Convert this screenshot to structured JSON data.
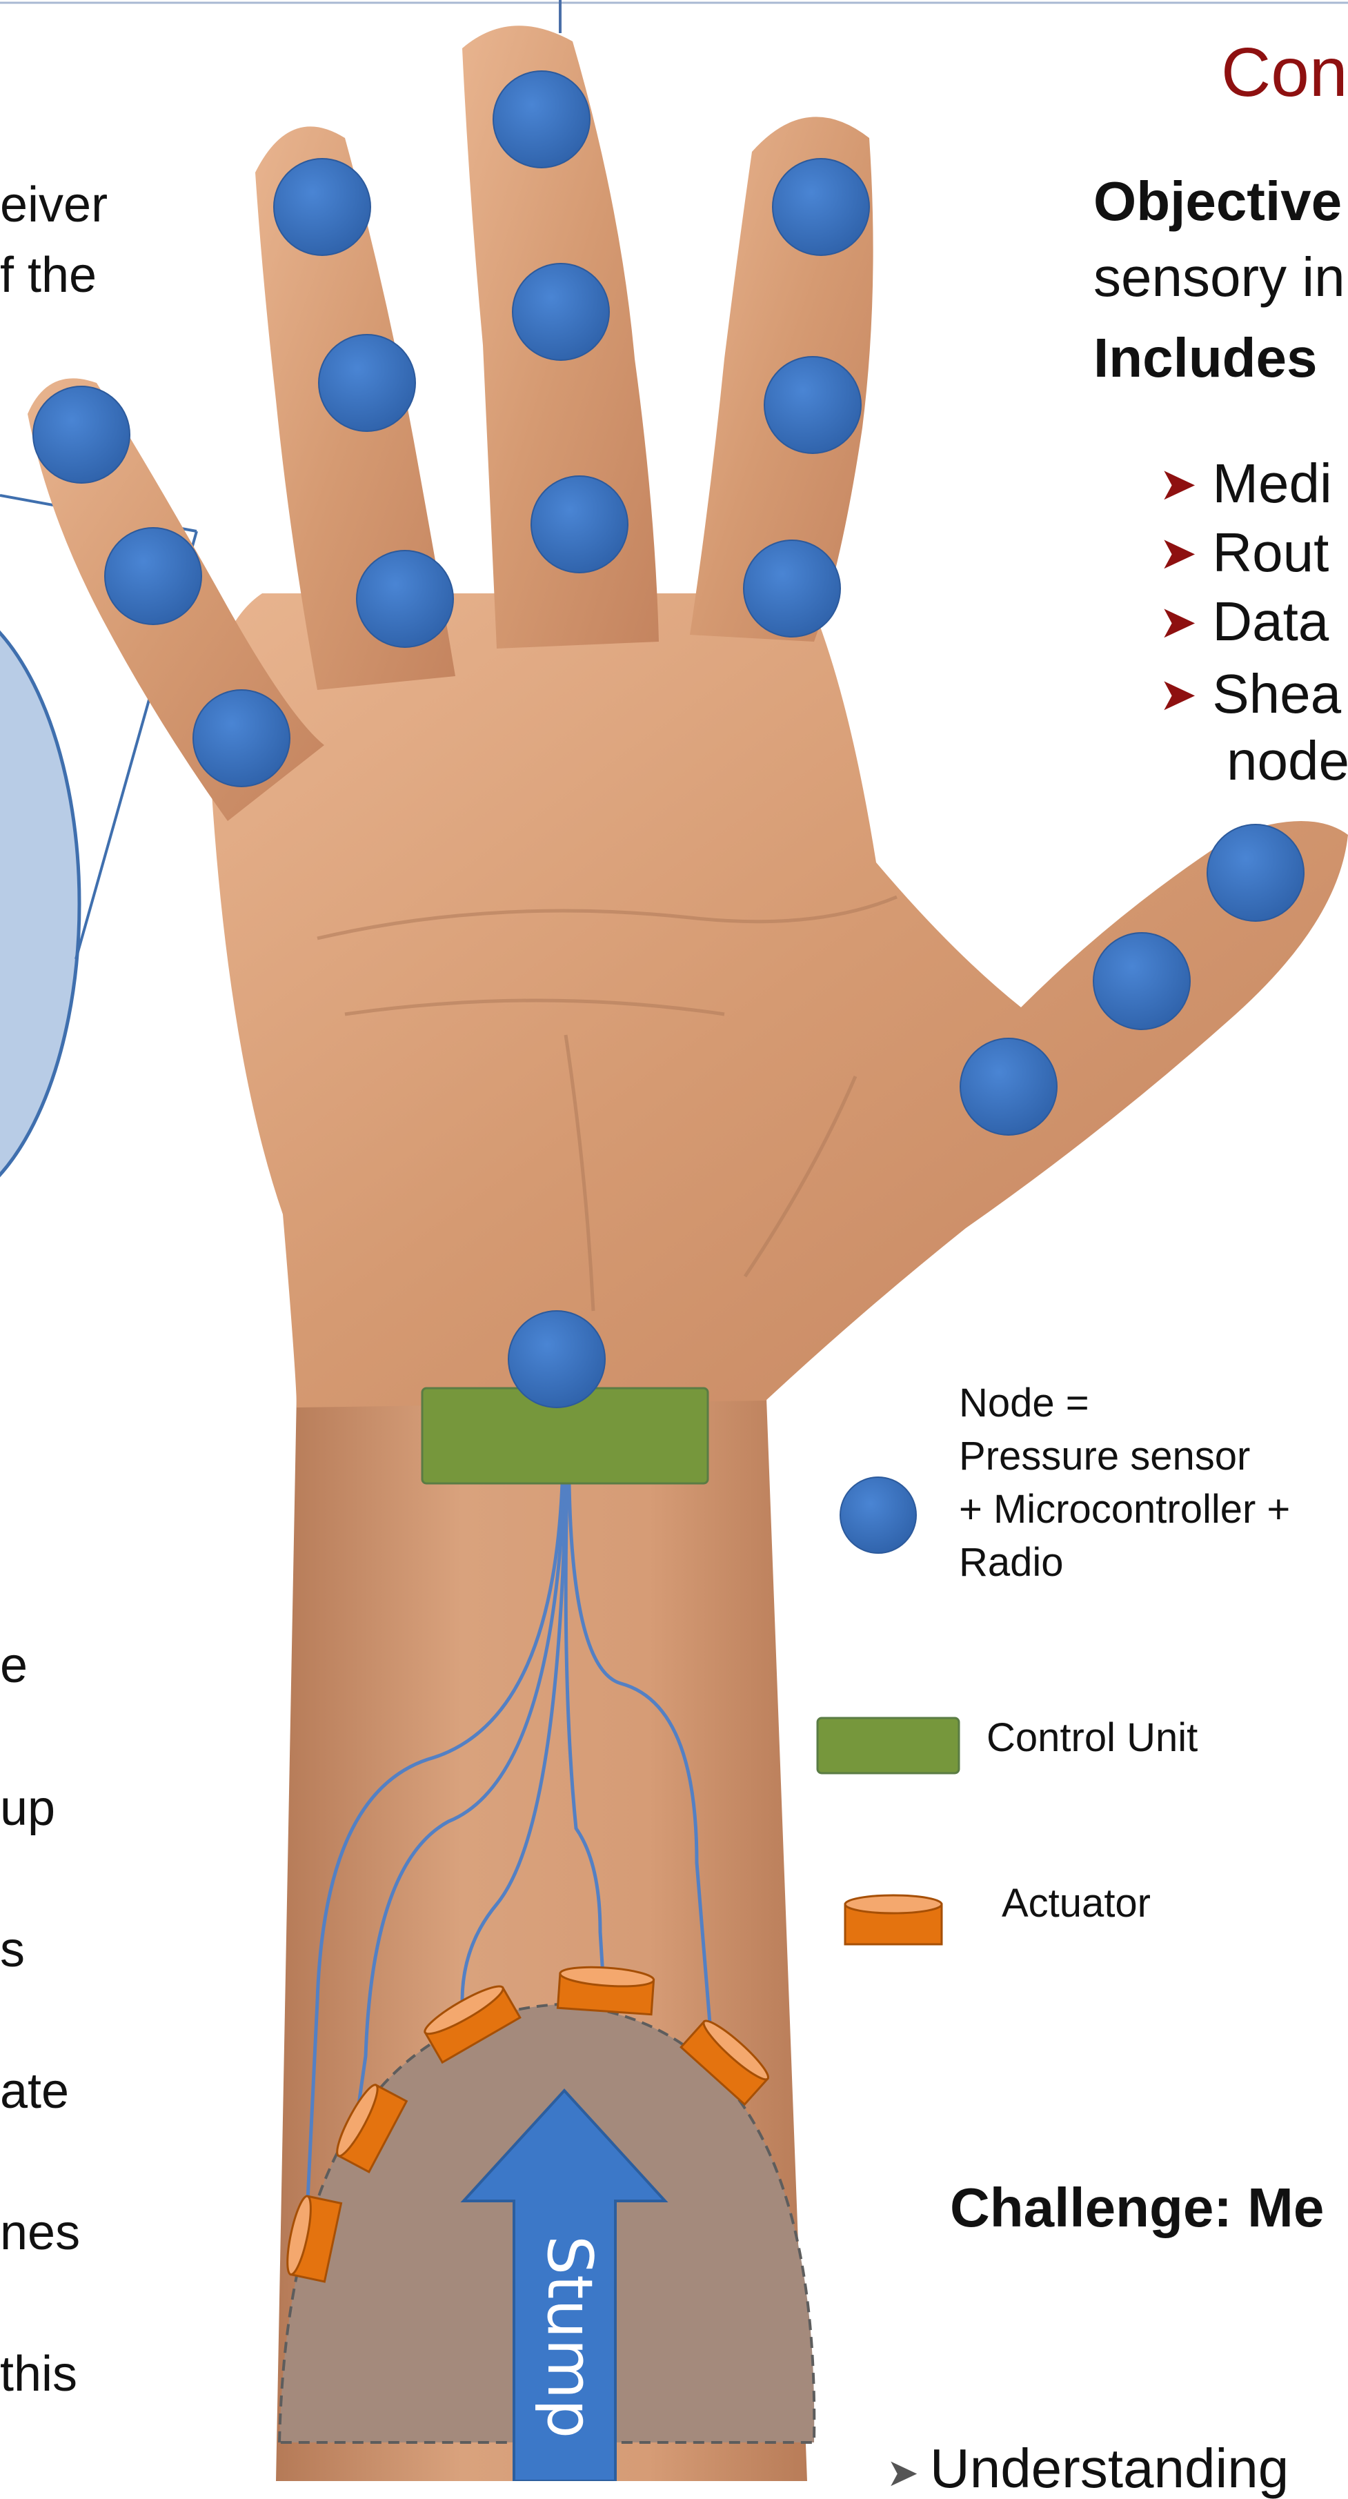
{
  "title_fragment": "Con",
  "objective": {
    "label": "Objective",
    "text_fragment": "sensory in"
  },
  "includes": {
    "label": "Includes"
  },
  "bullets": [
    "Medi",
    "Rout",
    "Data",
    "Shea",
    "node"
  ],
  "left_fragments": [
    "eiver",
    "f the",
    "e",
    "up",
    "s",
    "ate",
    "nes",
    " this"
  ],
  "legend": {
    "node_label": "Node =",
    "node_lines": [
      "Pressure sensor",
      "+ Microcontroller +",
      "Radio"
    ],
    "control_unit": "Control Unit",
    "actuator": "Actuator"
  },
  "stump_label": "Stump",
  "challenge": "Challenge: Me",
  "bottom_fragment": "Understanding",
  "colors": {
    "node_blue": "#3a72c2",
    "control_green": "#76973c",
    "actuator_orange": "#e4730f",
    "title_red": "#8e1010",
    "stump_arrow": "#3c78c8",
    "stump_fill": "#a48a7c"
  }
}
